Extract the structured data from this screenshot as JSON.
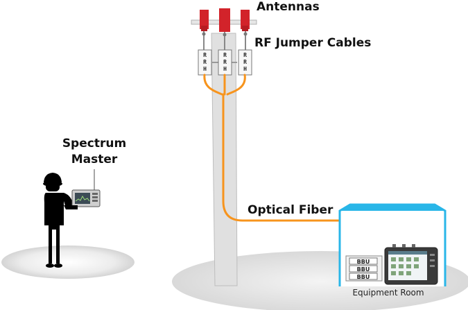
{
  "labels": {
    "antennas": "Antennas",
    "rf_jumper_cables": "RF Jumper Cables",
    "spectrum_line1": "Spectrum",
    "spectrum_line2": "Master",
    "optical_fiber": "Optical Fiber",
    "equipment_room": "Equipment Room"
  },
  "rrh_units": [
    {
      "letters": [
        "R",
        "R",
        "H"
      ]
    },
    {
      "letters": [
        "R",
        "R",
        "H"
      ]
    },
    {
      "letters": [
        "R",
        "R",
        "H"
      ]
    }
  ],
  "bbu_units": [
    "BBU",
    "BBU",
    "BBU"
  ],
  "colors": {
    "antenna": "#d2232a",
    "fiber": "#f7941d",
    "room_border": "#29b6e8",
    "pole": "#dcdcdc",
    "ground": "#e3e3e3",
    "person": "#000000"
  }
}
